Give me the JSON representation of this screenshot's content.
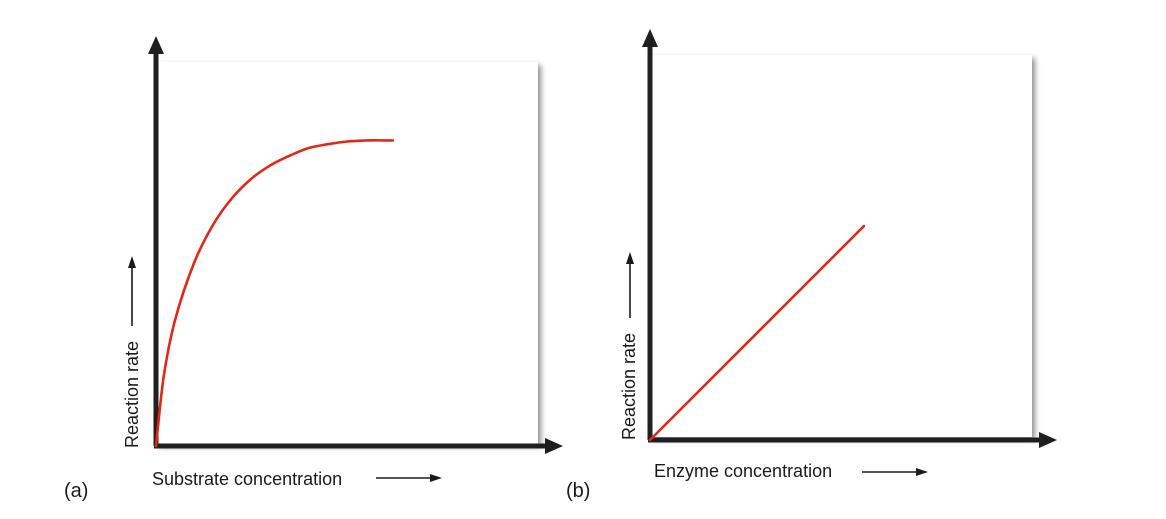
{
  "chart_data": [
    {
      "type": "line",
      "panel_label": "(a)",
      "xlabel": "Substrate concentration",
      "ylabel": "Reaction rate",
      "curve": "saturation",
      "xlim": [
        0,
        1
      ],
      "ylim": [
        0,
        1
      ],
      "x": [
        0,
        0.02,
        0.05,
        0.1,
        0.15,
        0.2,
        0.25,
        0.3,
        0.35,
        0.4,
        0.45,
        0.5,
        0.55,
        0.6,
        0.62
      ],
      "y": [
        0,
        0.18,
        0.33,
        0.48,
        0.58,
        0.65,
        0.7,
        0.735,
        0.76,
        0.78,
        0.79,
        0.797,
        0.8,
        0.8,
        0.8
      ],
      "line_color": "#e2261a",
      "grid": false
    },
    {
      "type": "line",
      "panel_label": "(b)",
      "xlabel": "Enzyme concentration",
      "ylabel": "Reaction rate",
      "curve": "linear",
      "xlim": [
        0,
        1
      ],
      "ylim": [
        0,
        1
      ],
      "x": [
        0,
        0.56
      ],
      "y": [
        0,
        0.56
      ],
      "line_color": "#e2261a",
      "grid": false
    }
  ]
}
